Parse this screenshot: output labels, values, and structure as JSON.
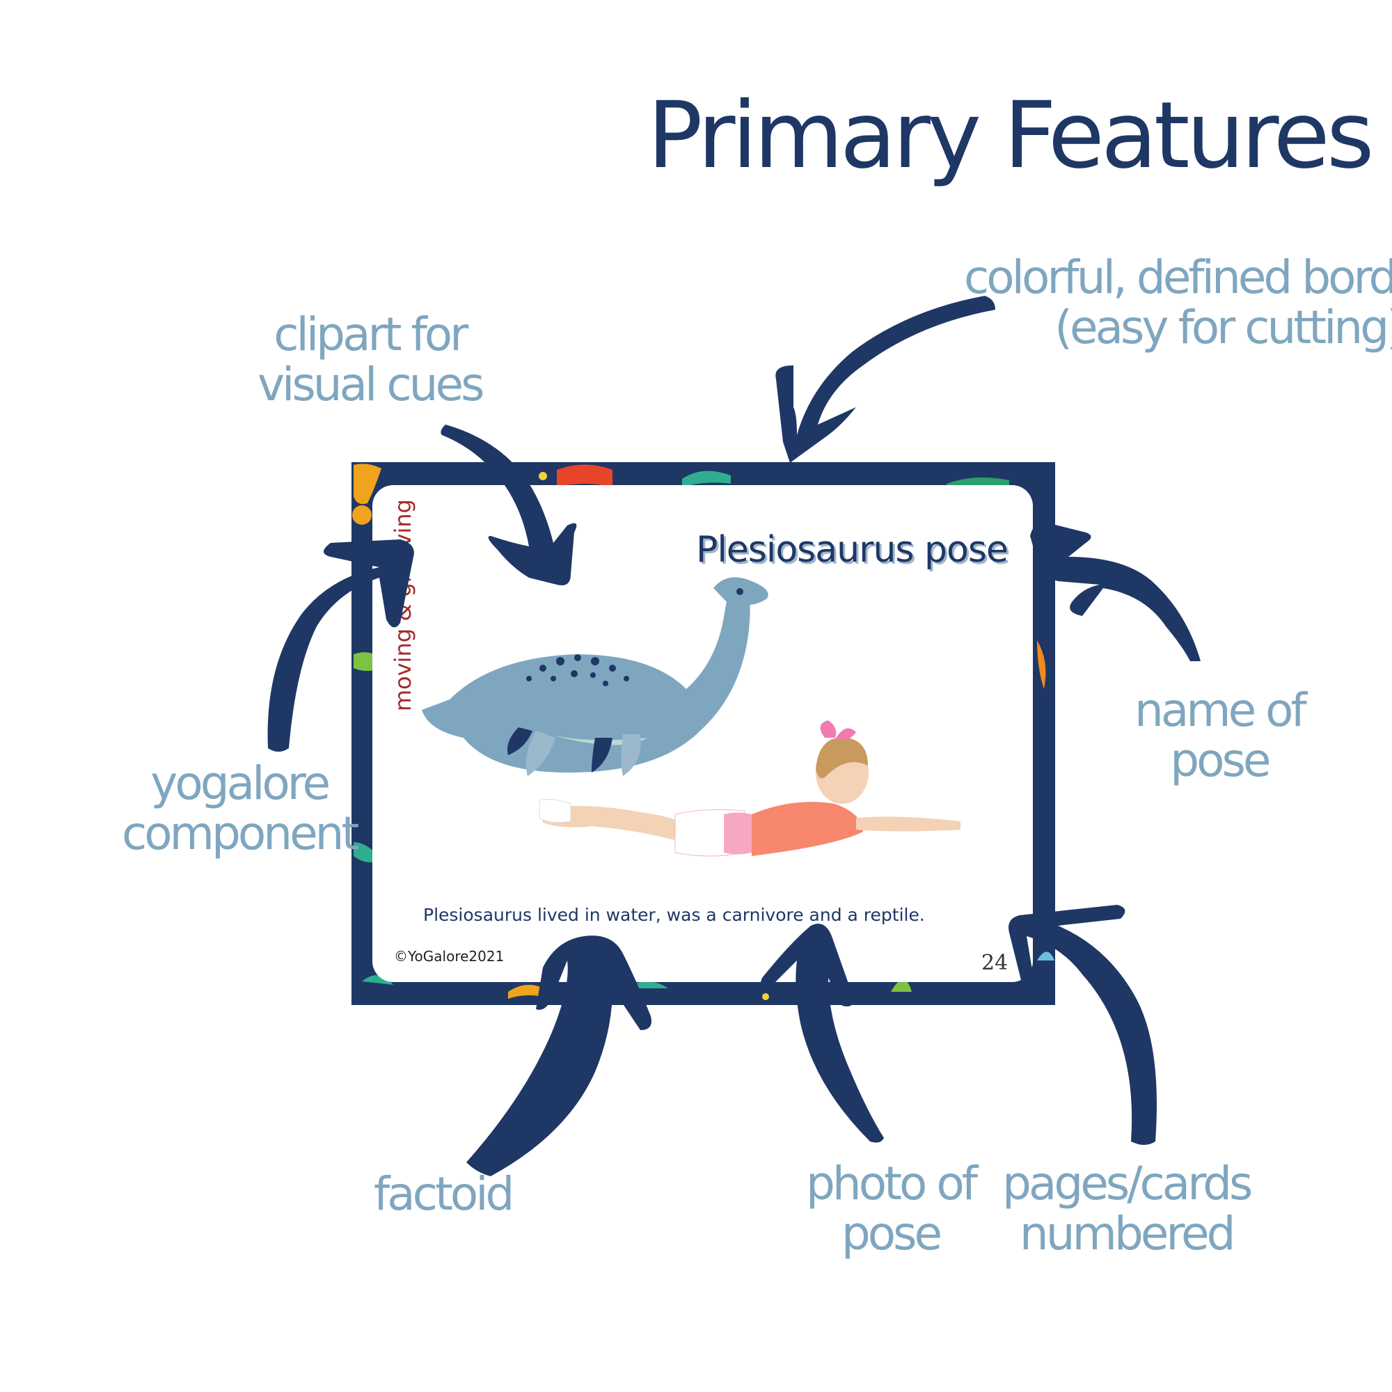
{
  "title": "Primary Features",
  "labels": {
    "border": [
      "colorful, defined border",
      "(easy for cutting)"
    ],
    "clipart": [
      "clipart for",
      "visual cues"
    ],
    "yogalore": [
      "yogalore",
      "component"
    ],
    "pose_name": [
      "name of",
      "pose"
    ],
    "factoid": "factoid",
    "photo": [
      "photo of",
      "pose"
    ],
    "pages": [
      "pages/cards",
      "numbered"
    ]
  },
  "card": {
    "pose_name": "Plesiosaurus pose",
    "vertical_label": "moving & grooving",
    "factoid": "Plesiosaurus lived in water, was a carnivore and a reptile.",
    "copyright": "©YoGalore2021",
    "page_number": "24"
  },
  "colors": {
    "navy": "#1e3765",
    "label_blue": "#7fa6bf",
    "dino_blue": "#7fa6bf",
    "accent_red": "#a52a2a"
  }
}
